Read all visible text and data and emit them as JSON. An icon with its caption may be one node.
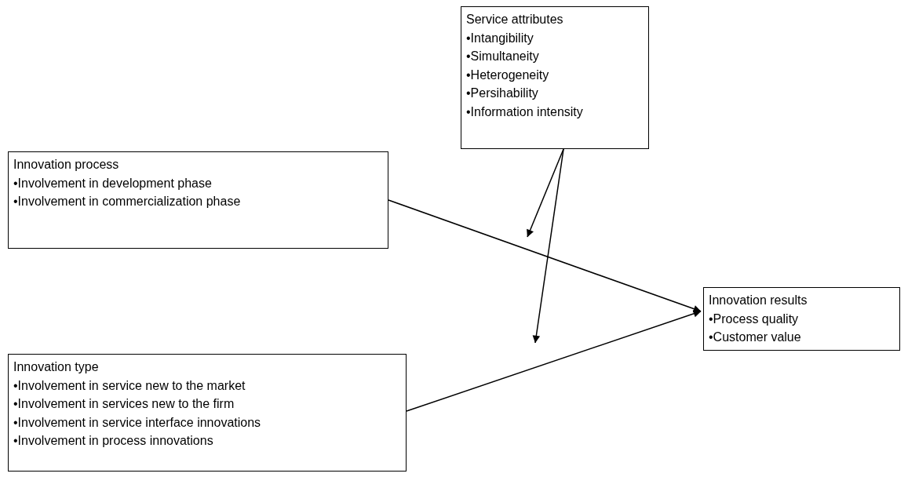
{
  "diagram": {
    "nodes": [
      {
        "text": [
          "Service attributes",
          "•Intangibility",
          "•Simultaneity",
          "•Heterogeneity",
          "•Persihability",
          "•Information intensity"
        ]
      },
      {
        "text": [
          "Innovation process",
          "•Involvement in development phase",
          "•Involvement in commercialization phase"
        ]
      },
      {
        "text": [
          "Innovation results",
          "•Process quality",
          "•Customer value"
        ]
      },
      {
        "text": [
          "Innovation type",
          "•Involvement in service new to the market",
          "•Involvement in services new to the firm",
          "•Involvement in service interface innovations",
          "•Involvement in process innovations"
        ]
      }
    ],
    "edges": [
      {
        "from": 1,
        "to": 2,
        "arrow": "to"
      },
      {
        "from": 3,
        "to": 2,
        "arrow": "to"
      },
      {
        "from": 0,
        "to": null,
        "arrow": "to"
      },
      {
        "from": 0,
        "to": null,
        "arrow": "to"
      }
    ]
  }
}
